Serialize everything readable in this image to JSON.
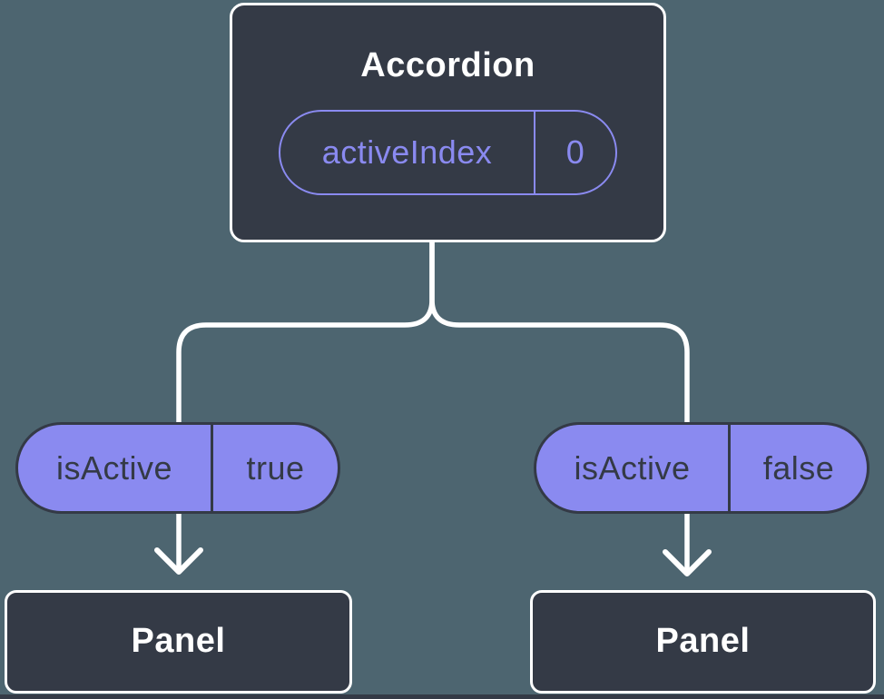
{
  "colors": {
    "background": "#4d6570",
    "node": "#343a46",
    "accent": "#8a8af0",
    "line": "#ffffff"
  },
  "diagram": {
    "type": "component-tree",
    "root_node": {
      "title": "Accordion",
      "state_pill": {
        "label": "activeIndex",
        "value": "0"
      }
    },
    "prop_pills": [
      {
        "label": "isActive",
        "value": "true"
      },
      {
        "label": "isActive",
        "value": "false"
      }
    ],
    "child_nodes": [
      {
        "title": "Panel"
      },
      {
        "title": "Panel"
      }
    ]
  }
}
